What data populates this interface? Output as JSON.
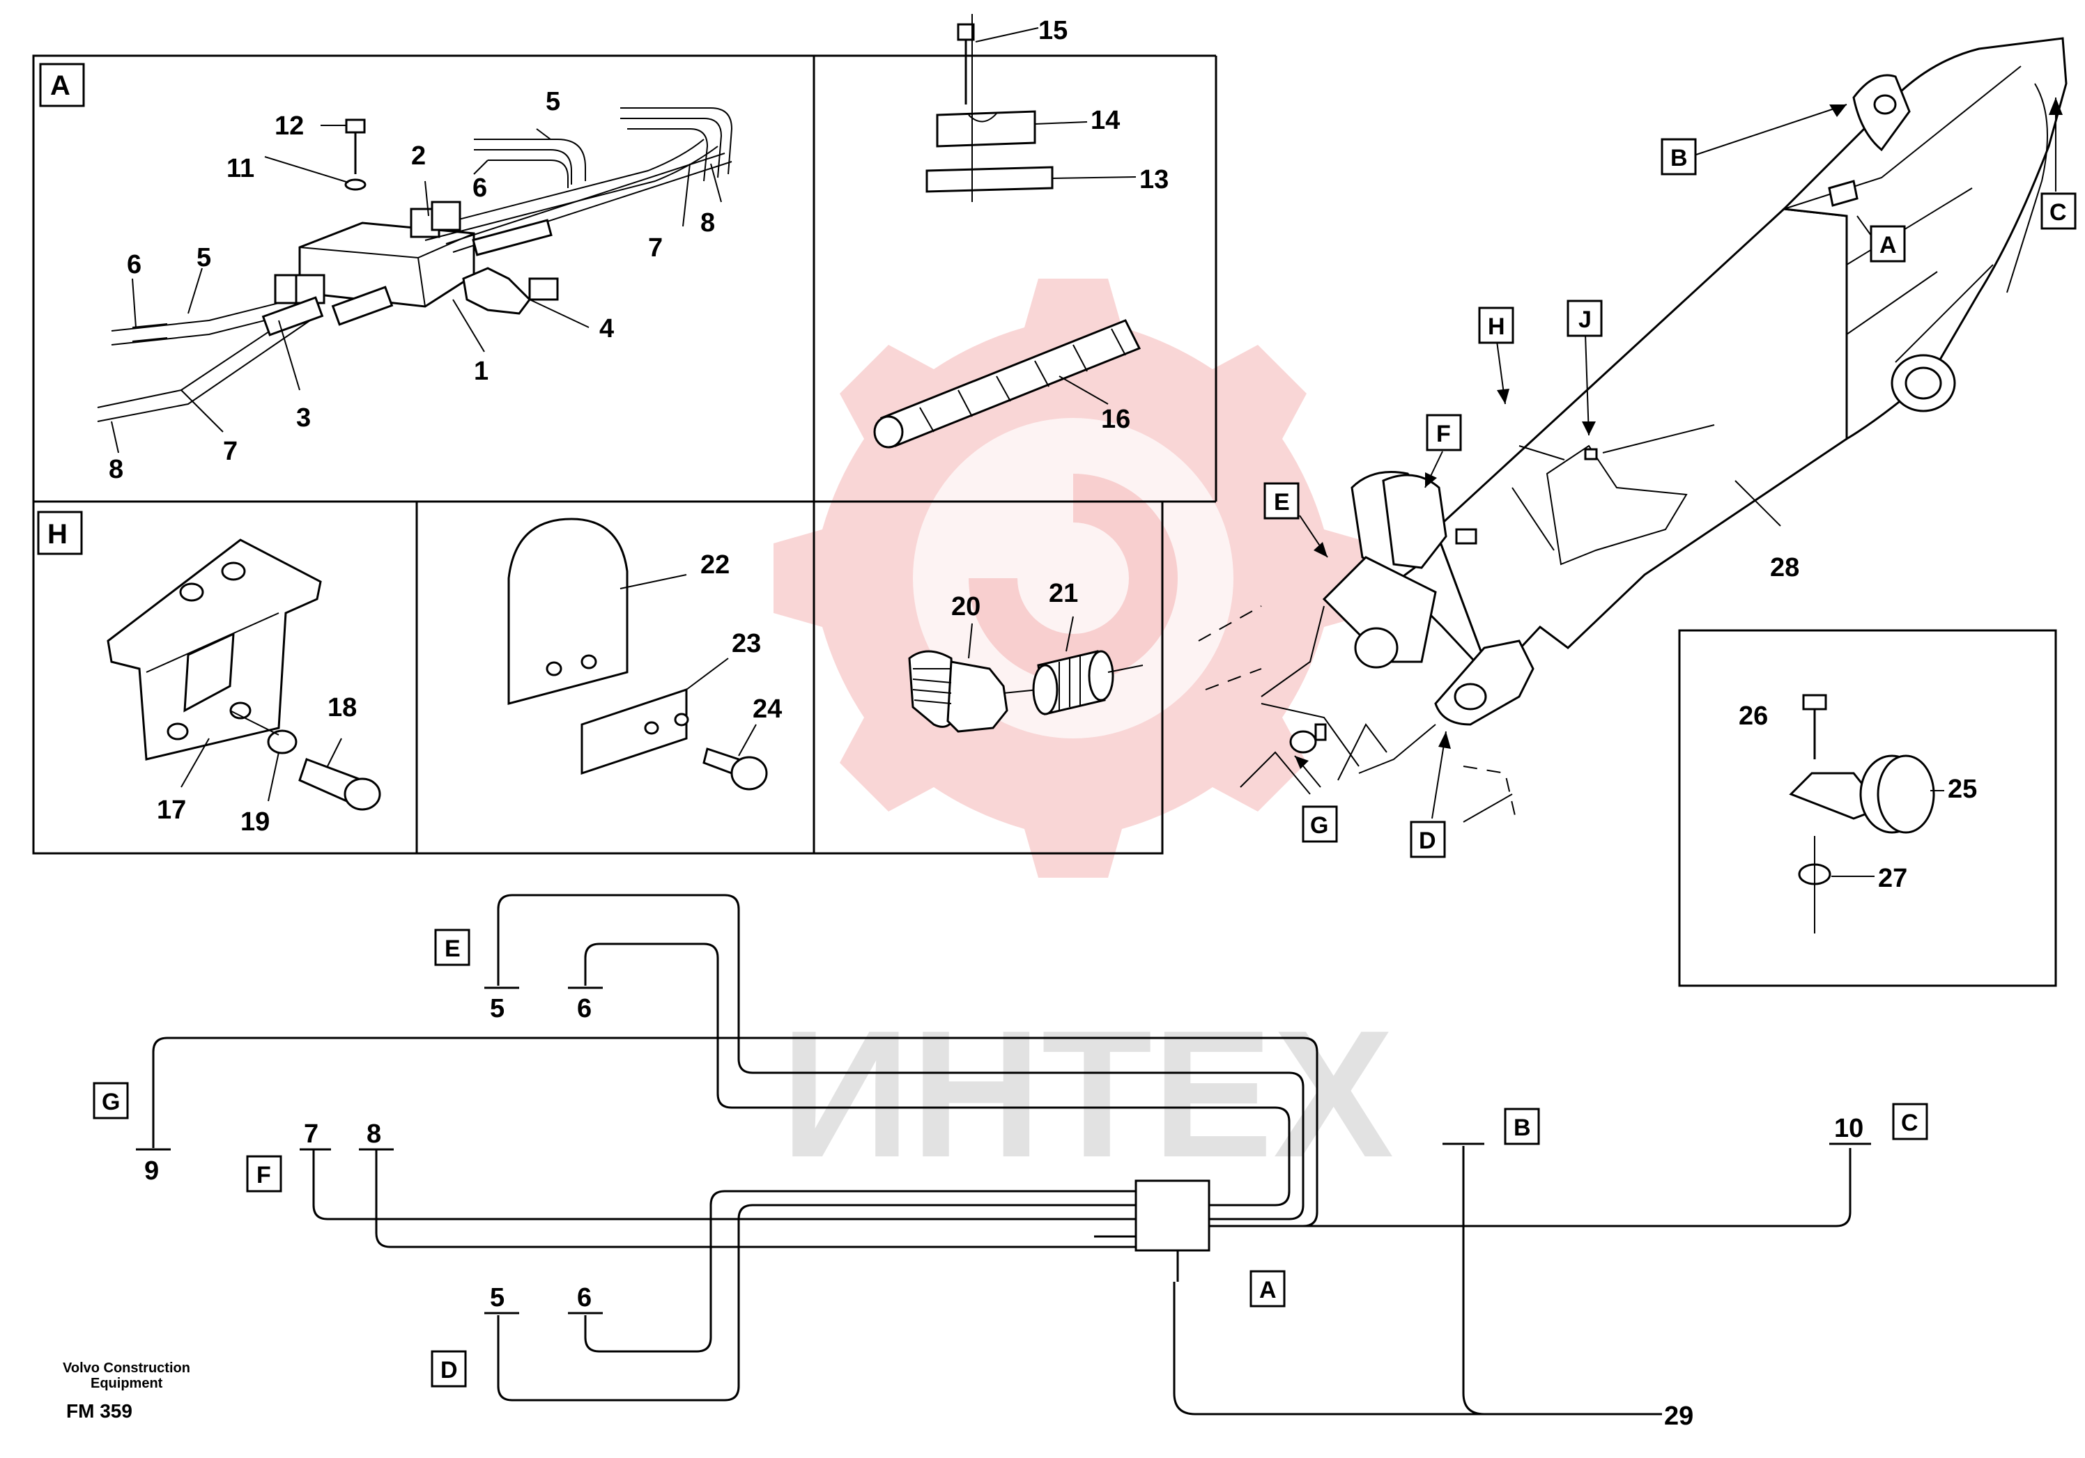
{
  "panels": {
    "a": {
      "label": "A"
    },
    "h": {
      "label": "H"
    }
  },
  "parts": {
    "p1": "1",
    "p2": "2",
    "p3": "3",
    "p4": "4",
    "p5a": "5",
    "p6a": "6",
    "p5b": "5",
    "p6b": "6",
    "p7a": "7",
    "p8a": "8",
    "p7b": "7",
    "p8b": "8",
    "p11": "11",
    "p12": "12",
    "p13": "13",
    "p14": "14",
    "p15": "15",
    "p16": "16",
    "p17": "17",
    "p18": "18",
    "p19": "19",
    "p20": "20",
    "p21": "21",
    "p22": "22",
    "p23": "23",
    "p24": "24",
    "p25": "25",
    "p26": "26",
    "p27": "27",
    "p28": "28"
  },
  "boom_labels": {
    "a": "A",
    "b": "B",
    "c": "C",
    "d": "D",
    "e": "E",
    "f": "F",
    "g": "G",
    "h": "H",
    "j": "J"
  },
  "schematic": {
    "labels": {
      "e": "E",
      "g": "G",
      "f": "F",
      "d": "D",
      "b": "B",
      "c": "C",
      "a": "A"
    },
    "numbers": {
      "n5_top": "5",
      "n6_top": "6",
      "n9": "9",
      "n7": "7",
      "n8": "8",
      "n5_bot": "5",
      "n6_bot": "6",
      "n10": "10",
      "n29": "29"
    }
  },
  "watermark": {
    "text": "ИНТЕХ",
    "color": "#f2a3a3"
  },
  "footer": {
    "line1": "Volvo Construction",
    "line2": "Equipment",
    "code": "FM 359"
  }
}
